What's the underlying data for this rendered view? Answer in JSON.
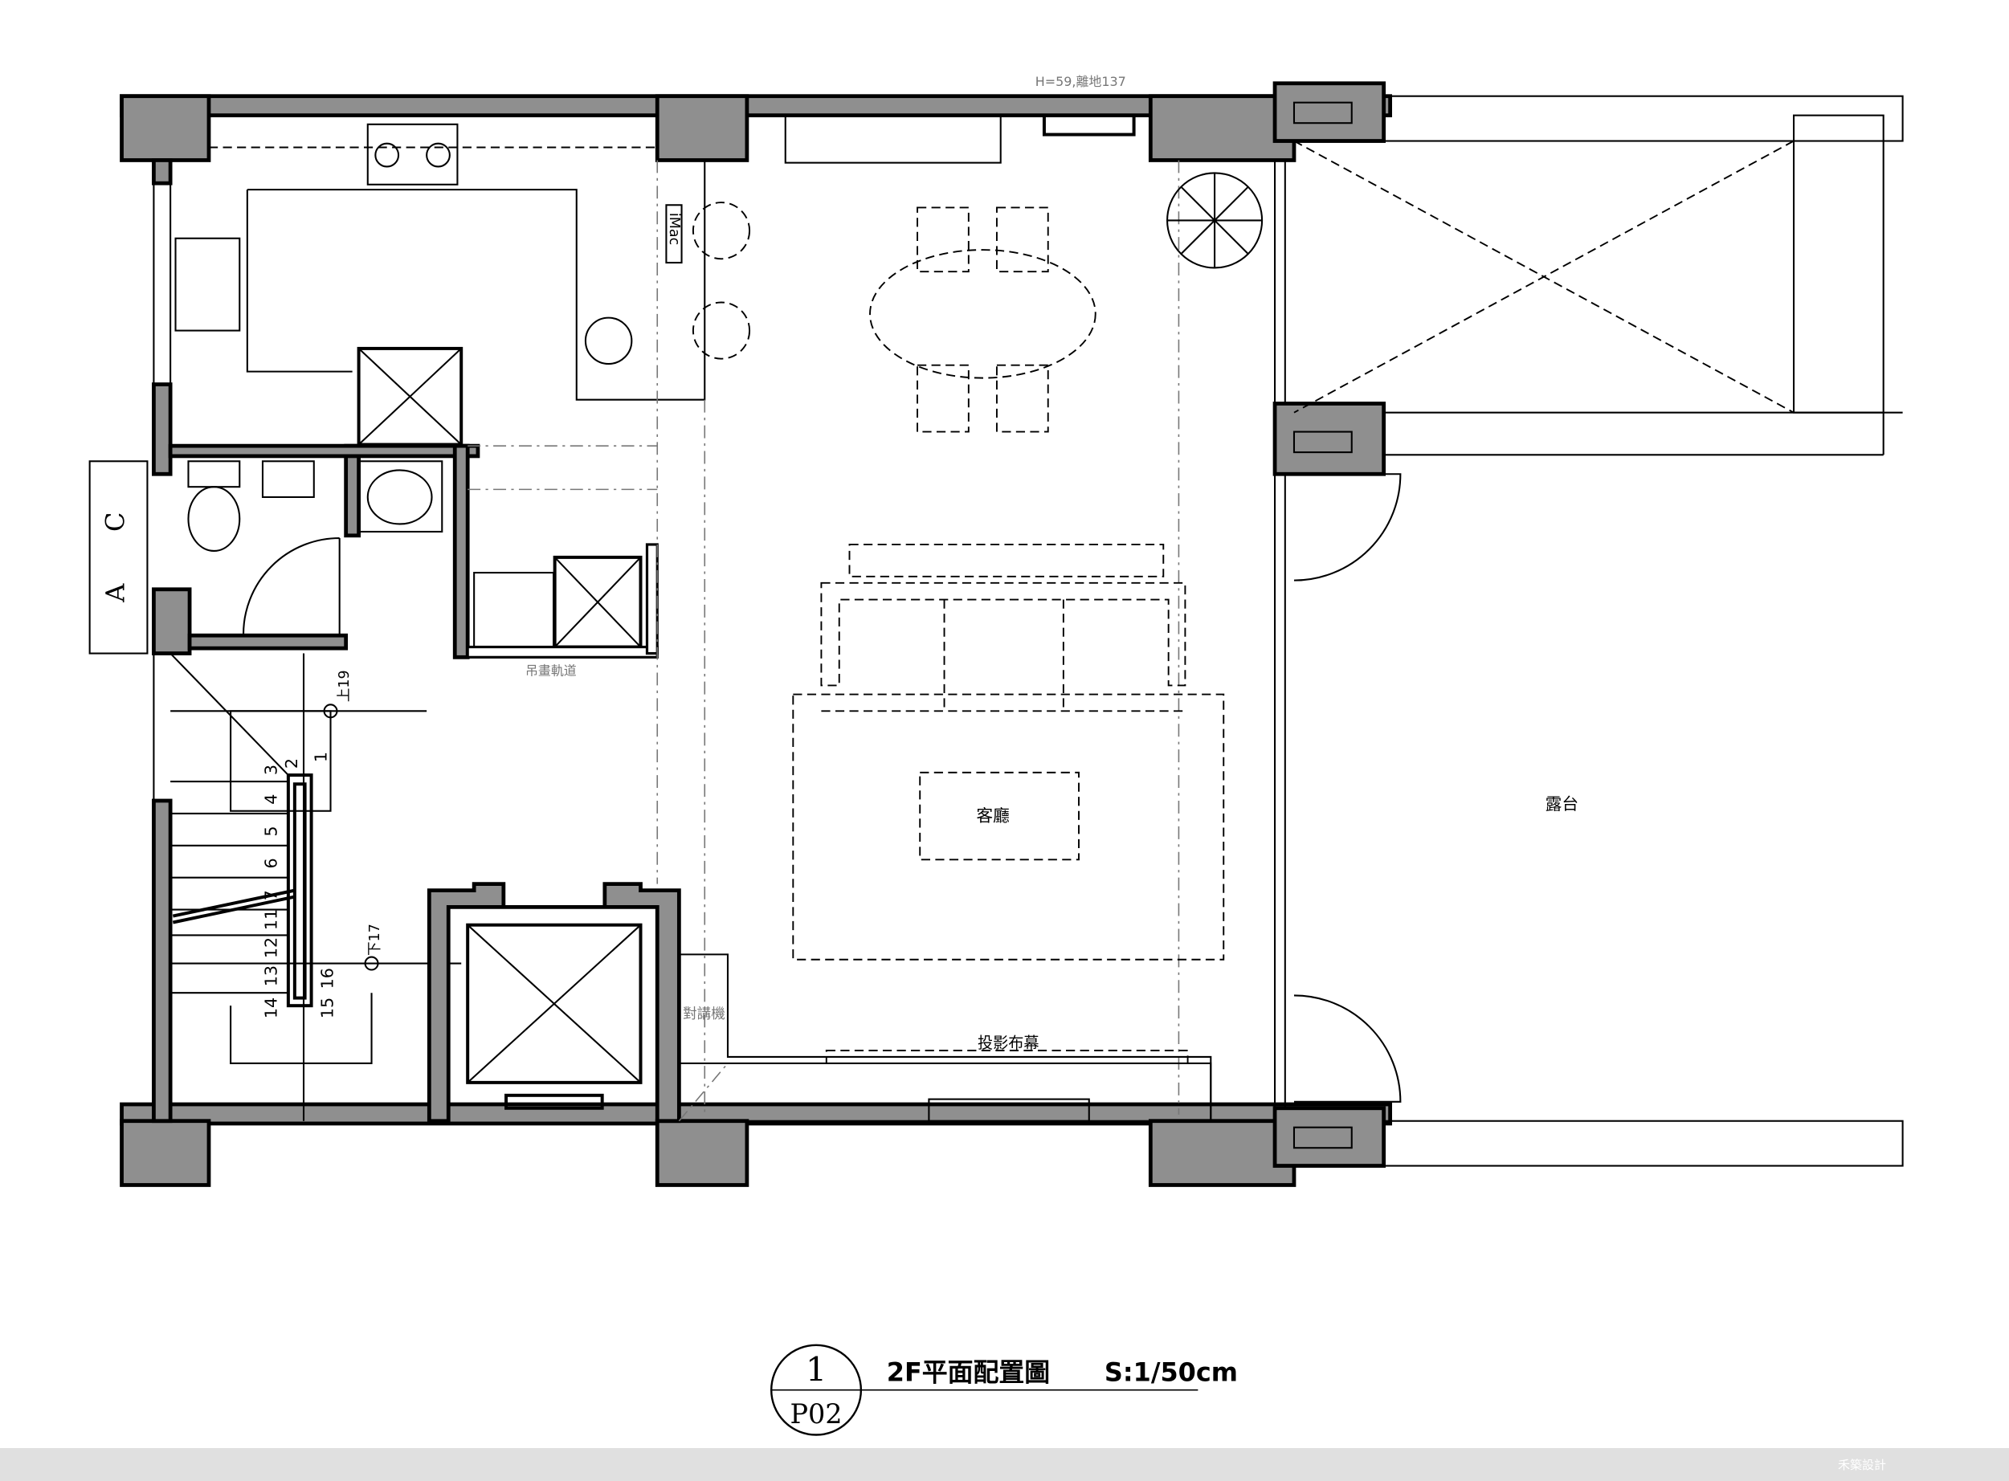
{
  "drawing": {
    "note_window": "H=59,離地137",
    "imac_label": "iMac",
    "track_label": "吊畫軌道",
    "stair_up": "上19",
    "stair_down": "下17",
    "stair_numbers": [
      "1",
      "2",
      "3",
      "4",
      "5",
      "6",
      "7",
      "11",
      "12",
      "13",
      "14",
      "15",
      "16"
    ],
    "living_room": "客廳",
    "terrace": "露台",
    "projector_screen": "投影布幕",
    "intercom": "對講機",
    "section_marker": [
      "A",
      "C"
    ]
  },
  "title_block": {
    "number": "1",
    "sheet": "P02",
    "title": "2F平面配置圖",
    "scale": "S:1/50cm"
  },
  "footer": {
    "brand": "禾築設計"
  }
}
